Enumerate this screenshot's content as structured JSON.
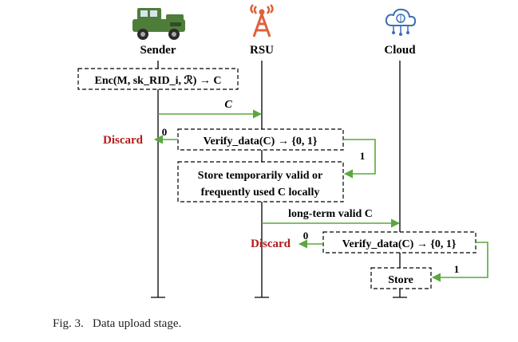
{
  "entities": {
    "sender": {
      "label": "Sender",
      "icon": "jeep-icon"
    },
    "rsu": {
      "label": "RSU",
      "icon": "radio-tower-icon"
    },
    "cloud": {
      "label": "Cloud",
      "icon": "cloud-brain-icon"
    }
  },
  "steps": {
    "enc": "Enc(M, sk_RID_i, ℛ) → C",
    "msg_c": "C",
    "discard_1": "Discard",
    "zero_1": "0",
    "verify_rsu": "Verify_data(C) → {0, 1}",
    "one_1": "1",
    "store_temp_line1": "Store temporarily valid or",
    "store_temp_line2": "frequently used C locally",
    "long_term": "long-term valid C",
    "discard_2": "Discard",
    "zero_2": "0",
    "verify_cloud": "Verify_data(C) → {0, 1}",
    "one_2": "1",
    "store": "Store"
  },
  "caption": "Fig. 3.   Data upload stage.",
  "colors": {
    "arrow_green": "#5aa83c",
    "discard_red": "#b31b1b",
    "jeep_green": "#4e7d3a",
    "tower_red": "#e0603a",
    "cloud_blue": "#3b6fb6"
  }
}
